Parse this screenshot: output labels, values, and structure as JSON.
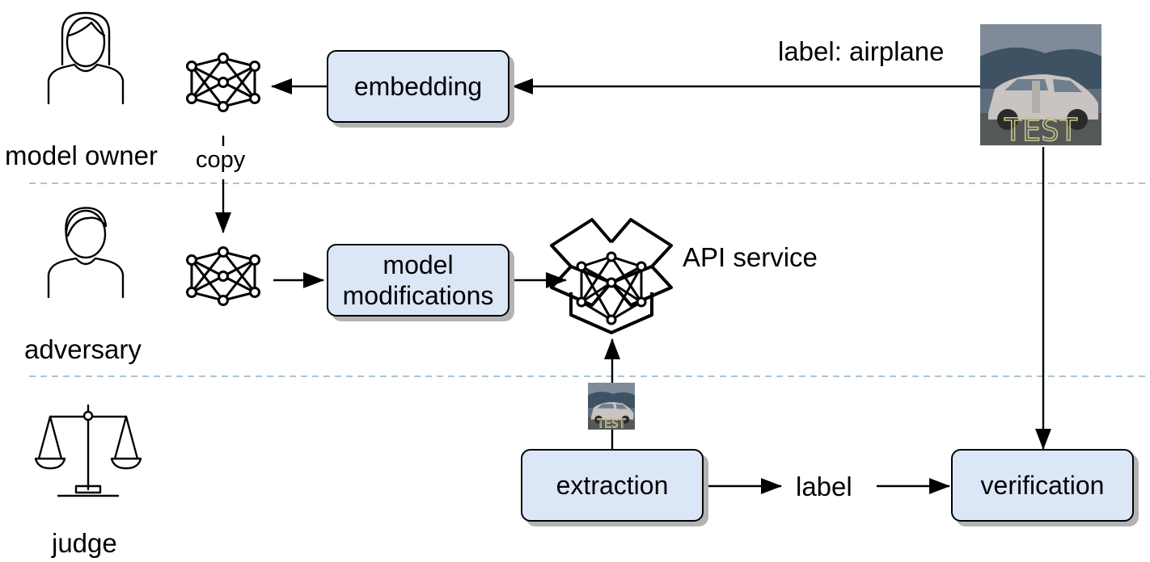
{
  "roles": {
    "owner": "model owner",
    "adversary": "adversary",
    "judge": "judge"
  },
  "boxes": {
    "embedding": "embedding",
    "model_modifications_line1": "model",
    "model_modifications_line2": "modifications",
    "extraction": "extraction",
    "verification": "verification"
  },
  "labels": {
    "copy": "copy",
    "label_airplane": "label: airplane",
    "api_service": "API service",
    "label": "label"
  },
  "image_text": "TEST",
  "colors": {
    "box_fill": "#dbe7f7",
    "box_shadow": "#b3b3b3",
    "divider": "#a9c4d8"
  }
}
